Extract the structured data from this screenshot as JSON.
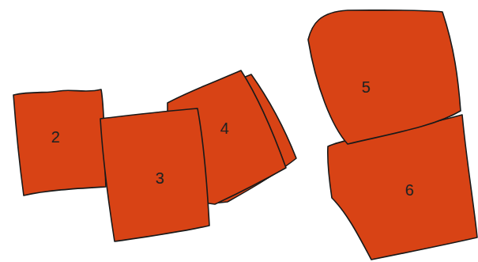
{
  "diagram": {
    "nodes": [
      {
        "text": [
          "2"
        ]
      },
      {
        "text": [
          "3"
        ]
      },
      {
        "text": [
          "4"
        ]
      },
      {
        "text": [
          "5"
        ]
      },
      {
        "text": [
          "6"
        ]
      }
    ]
  }
}
